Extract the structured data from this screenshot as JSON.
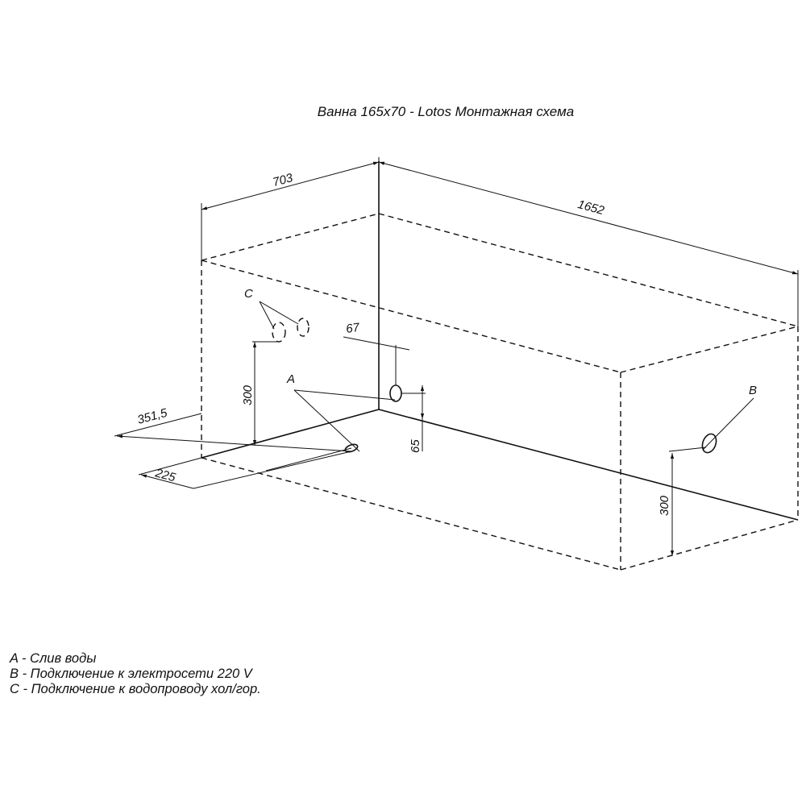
{
  "title": "Ванна 165x70 - Lotos Монтажная схема",
  "dimensions": {
    "width": "703",
    "length": "1652",
    "drain_offset_side": "351,5",
    "drain_offset_wall": "225",
    "height_c": "300",
    "height_b": "300",
    "overflow_offset": "67",
    "overflow_height": "65"
  },
  "markers": {
    "a": "A",
    "b": "B",
    "c": "C"
  },
  "legend": [
    "A - Слив воды",
    "B - Подключение к электросети 220 V",
    "C - Подключение к водопроводу хол/гор."
  ]
}
